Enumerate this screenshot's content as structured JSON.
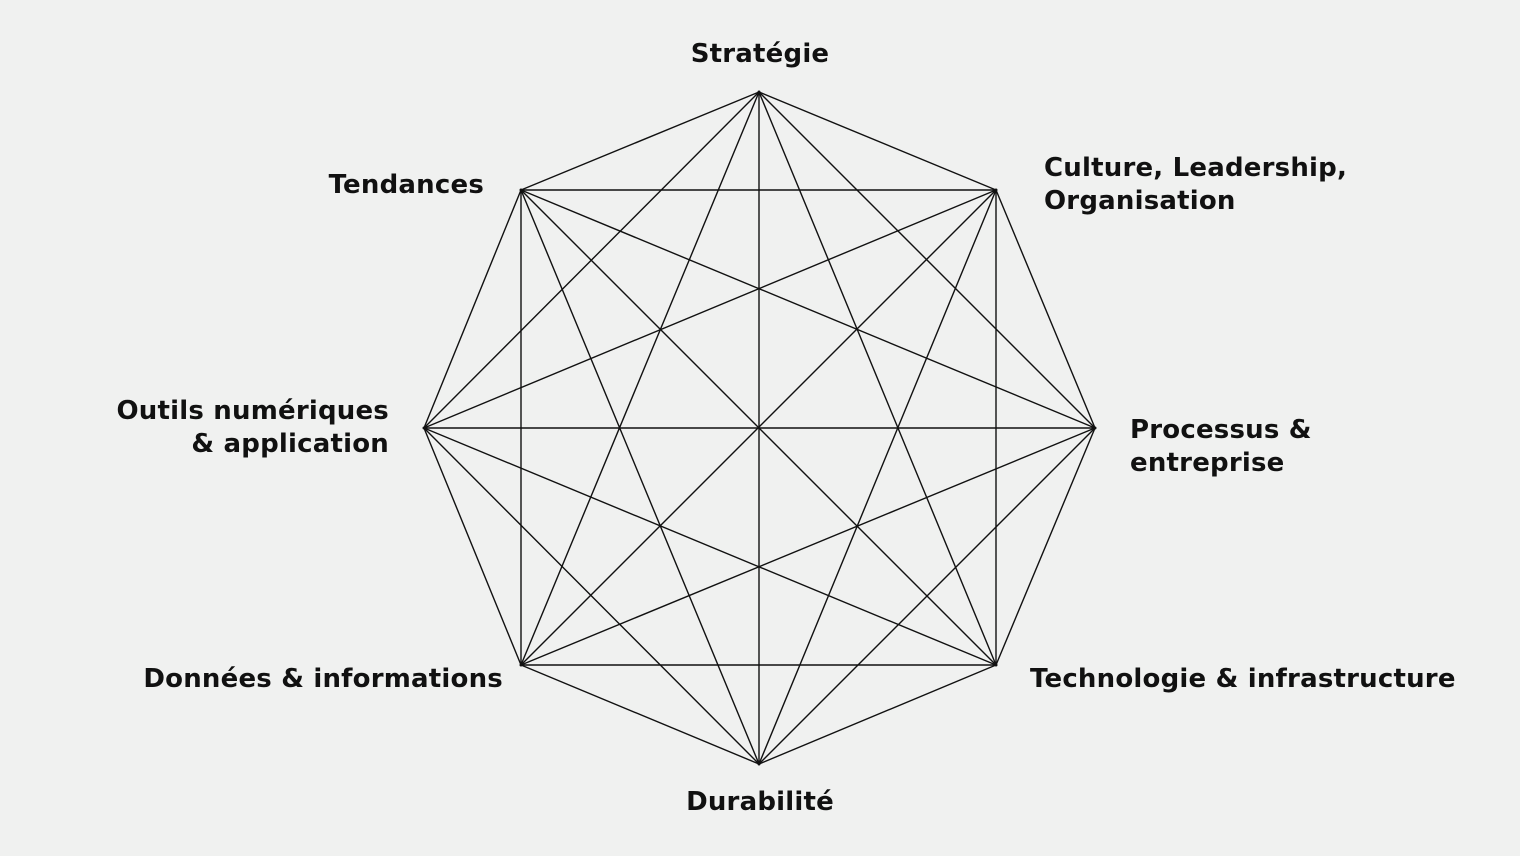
{
  "diagram": {
    "type": "complete-graph-octagon",
    "line_color": "#111111",
    "background": "#f0f1f0",
    "nodes": [
      {
        "id": "strategie",
        "label": "Stratégie"
      },
      {
        "id": "culture",
        "label": "Culture, Leadership,\nOrganisation"
      },
      {
        "id": "processus",
        "label": "Processus &\nentreprise"
      },
      {
        "id": "technologie",
        "label": "Technologie & infrastructure"
      },
      {
        "id": "durabilite",
        "label": "Durabilité"
      },
      {
        "id": "donnees",
        "label": "Données & informations"
      },
      {
        "id": "outils",
        "label": "Outils numériques\n& application"
      },
      {
        "id": "tendances",
        "label": "Tendances"
      }
    ]
  }
}
